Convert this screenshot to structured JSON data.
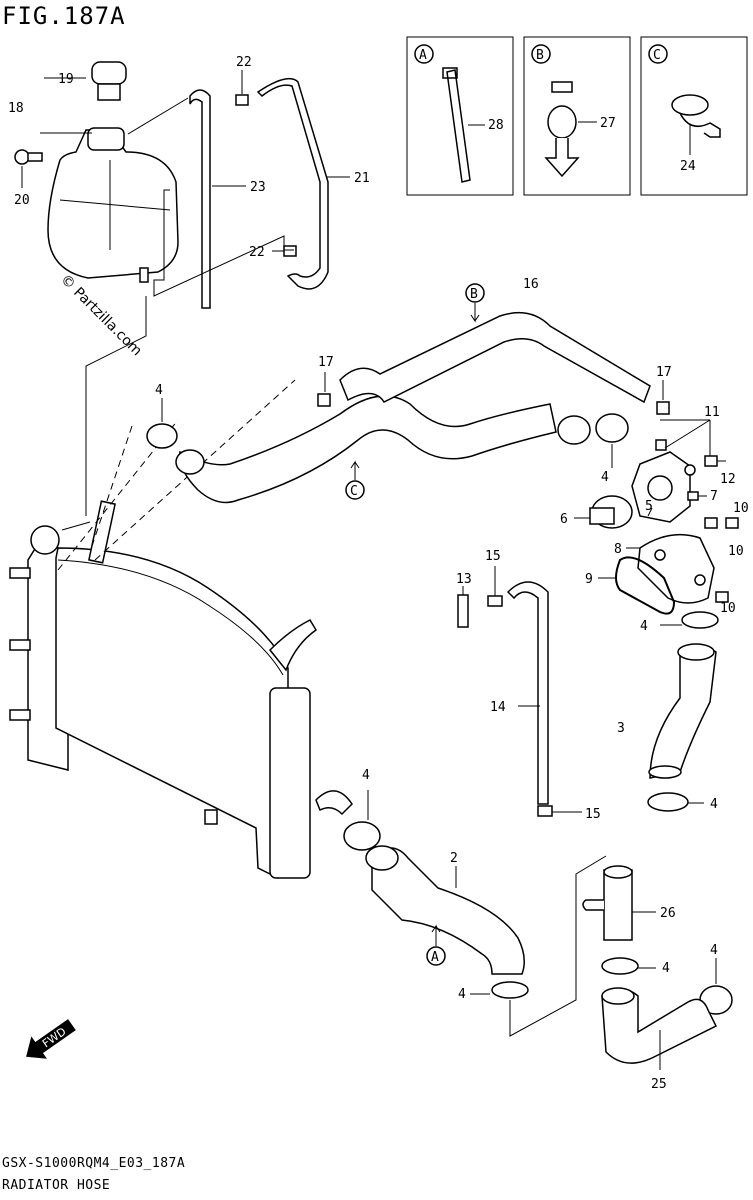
{
  "figure": {
    "title": "FIG.187A",
    "code": "GSX-S1000RQM4_E03_187A",
    "name": "RADIATOR HOSE",
    "watermark": "© Partzilla.com"
  },
  "insets": [
    {
      "letter": "A",
      "part": "28"
    },
    {
      "letter": "B",
      "part": "27"
    },
    {
      "letter": "C",
      "part": "24"
    }
  ],
  "view_markers": [
    "B",
    "C",
    "A"
  ],
  "fwd_label": "FWD",
  "callouts": {
    "c19": "19",
    "c18": "18",
    "c20": "20",
    "c22a": "22",
    "c23": "23",
    "c21": "21",
    "c22b": "22",
    "c16": "16",
    "c17a": "17",
    "c17b": "17",
    "c4a": "4",
    "c11": "11",
    "c4b": "4",
    "c12": "12",
    "c7": "7",
    "c10a": "10",
    "c6": "6",
    "c5": "5",
    "c10b": "10",
    "c8": "8",
    "c15a": "15",
    "c13": "13",
    "c9": "9",
    "c10c": "10",
    "c4c": "4",
    "c14": "14",
    "c3": "3",
    "c4d": "4",
    "c4e": "4",
    "c15b": "15",
    "c2": "2",
    "c26": "26",
    "c4f": "4",
    "c4g": "4",
    "c4h": "4",
    "c25": "25"
  }
}
